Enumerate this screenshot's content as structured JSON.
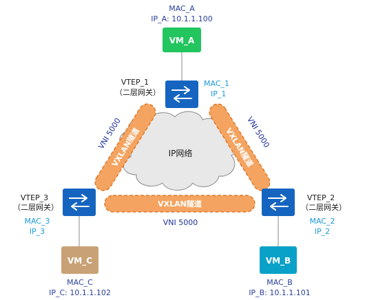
{
  "vm_a": {
    "mac": "MAC_A",
    "ip": "IP_A: 10.1.1.100",
    "label": "VM_A",
    "color": "#22c55e"
  },
  "vm_b": {
    "mac": "MAC_B",
    "ip": "IP_B: 10.1.1.101",
    "label": "VM_B",
    "color": "#0aa1c8"
  },
  "vm_c": {
    "mac": "MAC_C",
    "ip": "IP_C: 10.1.1.102",
    "label": "VM_C",
    "color": "#c8a276"
  },
  "vtep_1": {
    "name": "VTEP_1",
    "role": "（二层网关）",
    "mac": "MAC_1",
    "ip": "IP_1"
  },
  "vtep_2": {
    "name": "VTEP_2",
    "role": "（二层网关）",
    "mac": "MAC_2",
    "ip": "IP_2"
  },
  "vtep_3": {
    "name": "VTEP_3",
    "role": "（二层网关）",
    "mac": "MAC_3",
    "ip": "IP_3"
  },
  "cloud": {
    "label": "IP网络"
  },
  "tunnels": {
    "left": {
      "label": "VXLAN隧道",
      "vni": "VNI 5000"
    },
    "right": {
      "label": "VXLAN隧道",
      "vni": "VNI 5000"
    },
    "bottom": {
      "label": "VXLAN隧道",
      "vni": "VNI 5000"
    }
  },
  "colors": {
    "switch": "#1565c0",
    "tunnel_fill": "#f4a460",
    "tunnel_stroke": "#e07a2a",
    "cloud_fill": "#e8e8e8",
    "cloud_stroke": "#9a9a9a",
    "link": "#b0b0b0"
  }
}
